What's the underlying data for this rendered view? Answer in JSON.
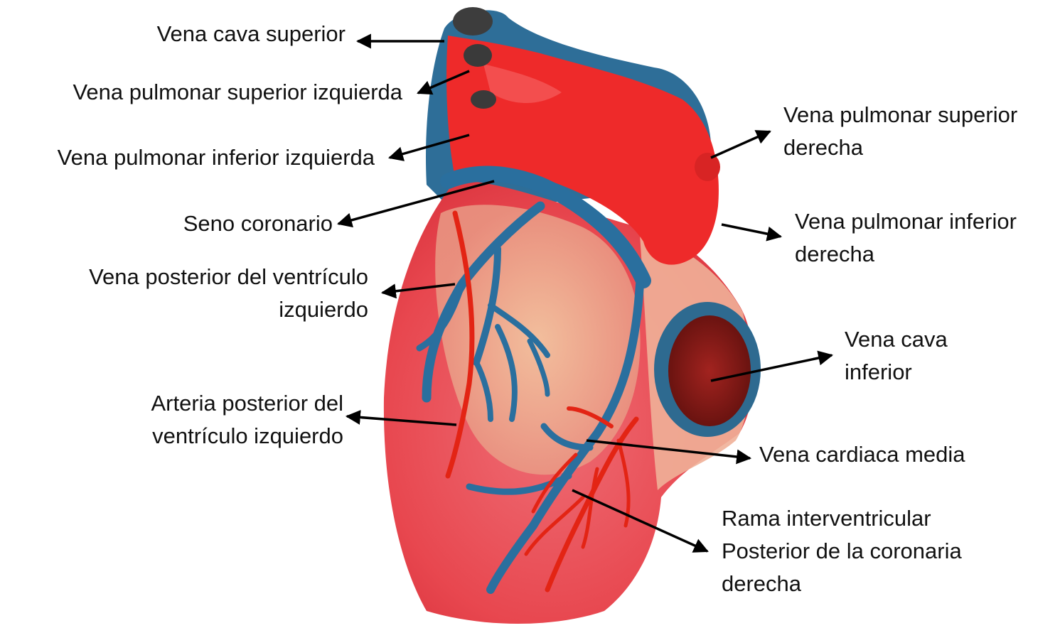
{
  "labels": {
    "vena_cava_superior": "Vena cava superior",
    "vena_pulmonar_sup_izq": "Vena pulmonar superior izquierda",
    "vena_pulmonar_inf_izq": "Vena pulmonar inferior izquierda",
    "seno_coronario": "Seno coronario",
    "vena_posterior_line1": "Vena posterior del ventrículo",
    "vena_posterior_line2": "izquierdo",
    "arteria_posterior_line1": "Arteria posterior del",
    "arteria_posterior_line2": "ventrículo izquierdo",
    "vena_pulmonar_sup_der_line1": "Vena pulmonar superior",
    "vena_pulmonar_sup_der_line2": "derecha",
    "vena_pulmonar_inf_der_line1": "Vena pulmonar inferior",
    "vena_pulmonar_inf_der_line2": "derecha",
    "vena_cava_inferior_line1": "Vena cava",
    "vena_cava_inferior_line2": "inferior",
    "vena_cardiaca_media": "Vena cardiaca media",
    "rama_line1": "Rama interventricular",
    "rama_line2": "Posterior de la coronaria",
    "rama_line3": "derecha"
  },
  "colors": {
    "heart_red": "#e8474f",
    "atrium_red": "#ee2a2a",
    "vein_blue": "#2a6f9e",
    "artery_red": "#e32414",
    "tissue_peach": "#efc8a0",
    "arrow": "#000000"
  }
}
